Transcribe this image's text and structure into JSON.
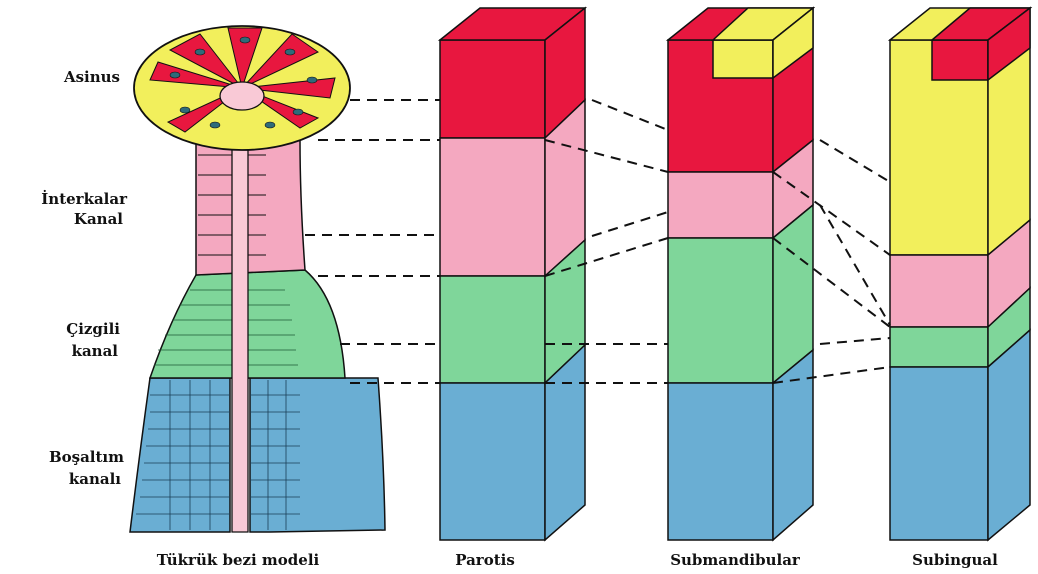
{
  "colors": {
    "acinus_serous": "#e8173f",
    "acinus_mucous": "#f2ef5c",
    "intercalated": "#f4a8c0",
    "striated": "#7fd69a",
    "excretory": "#6aaed3",
    "outline": "#111111"
  },
  "labels": {
    "asinus": "Asinus",
    "interkalar_line1": "İnterkalar",
    "interkalar_line2": "Kanal",
    "cizgili_line1": "Çizgili",
    "cizgili_line2": "kanal",
    "bosaltim_line1": "Boşaltım",
    "bosaltim_line2": "kanalı"
  },
  "captions": {
    "model": "Tükrük bezi modeli",
    "parotis": "Parotis",
    "submandibular": "Submandibular",
    "subingual": "Subingual"
  }
}
